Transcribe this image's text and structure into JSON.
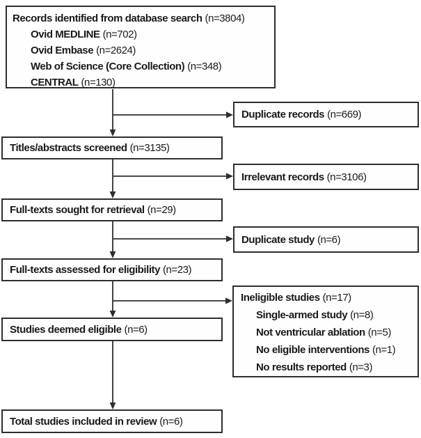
{
  "colors": {
    "box_border": "#2e2e2e",
    "connector": "#2e2e2e",
    "text": "#1a1a1a",
    "background": "#ffffff"
  },
  "boxes": {
    "records": {
      "label": "Records identified from database search",
      "count": "(n=3804)",
      "items": [
        {
          "label": "Ovid MEDLINE",
          "count": "(n=702)"
        },
        {
          "label": "Ovid Embase",
          "count": "(n=2624)"
        },
        {
          "label": "Web of Science (Core Collection)",
          "count": "(n=348)"
        },
        {
          "label": "CENTRAL",
          "count": "(n=130)"
        }
      ]
    },
    "titles_screened": {
      "label": "Titles/abstracts screened",
      "count": "(n=3135)"
    },
    "fulltexts_sought": {
      "label": "Full-texts sought for retrieval",
      "count": "(n=29)"
    },
    "fulltexts_assessed": {
      "label": "Full-texts assessed for eligibility",
      "count": "(n=23)"
    },
    "studies_eligible": {
      "label": "Studies deemed eligible",
      "count": "(n=6)"
    },
    "total_included": {
      "label": "Total studies included in review",
      "count": "(n=6)"
    },
    "duplicate_records": {
      "label": "Duplicate records",
      "count": "(n=669)"
    },
    "irrelevant_records": {
      "label": "Irrelevant records",
      "count": "(n=3106)"
    },
    "duplicate_study": {
      "label": "Duplicate study",
      "count": "(n=6)"
    },
    "ineligible": {
      "label": "Ineligible studies",
      "count": "(n=17)",
      "items": [
        {
          "label": "Single-armed study",
          "count": "(n=8)"
        },
        {
          "label": "Not ventricular ablation",
          "count": "(n=5)"
        },
        {
          "label": "No eligible interventions",
          "count": "(n=1)"
        },
        {
          "label": "No results reported",
          "count": "(n=3)"
        }
      ]
    }
  }
}
